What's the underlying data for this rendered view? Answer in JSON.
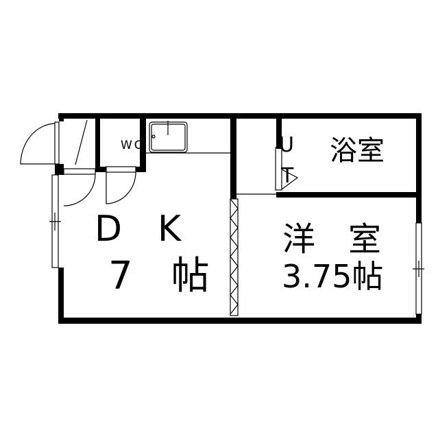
{
  "floorplan": {
    "rooms": {
      "wc": {
        "label": "WC"
      },
      "bath": {
        "label": "浴室"
      },
      "utility": {
        "label_top": "U",
        "label_bottom": "T"
      },
      "dk": {
        "label": "D　K",
        "size": "7　帖"
      },
      "western": {
        "label": "洋　室",
        "size": "3.75帖"
      }
    },
    "colors": {
      "wall": "#000000",
      "background": "#ffffff"
    }
  }
}
